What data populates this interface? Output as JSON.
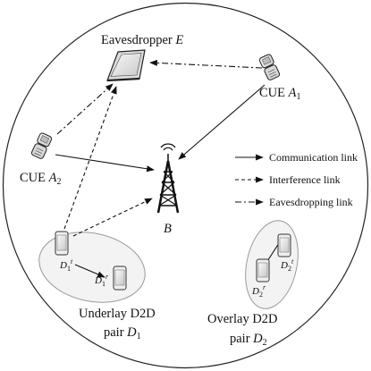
{
  "nodes": {
    "eavesdropper": {
      "name": "Eavesdropper",
      "symbol": "E"
    },
    "cue1": {
      "name": "CUE",
      "symbol": "A",
      "sub": "1"
    },
    "cue2": {
      "name": "CUE",
      "symbol": "A",
      "sub": "2"
    },
    "bs": {
      "symbol": "B"
    },
    "d1t": {
      "symbol": "D",
      "sub": "1",
      "sup": "t"
    },
    "d1r": {
      "symbol": "D",
      "sub": "1",
      "sup": "r"
    },
    "d2t": {
      "symbol": "D",
      "sub": "2",
      "sup": "t"
    },
    "d2r": {
      "symbol": "D",
      "sub": "2",
      "sup": "r"
    }
  },
  "groups": {
    "underlay": {
      "line1": "Underlay D2D",
      "line2_prefix": "pair ",
      "symbol": "D",
      "sub": "1"
    },
    "overlay": {
      "line1": "Overlay D2D",
      "line2_prefix": "pair ",
      "symbol": "D",
      "sub": "2"
    }
  },
  "legend": {
    "communication": "Communication link",
    "interference": "Interference link",
    "eavesdropping": "Eavesdropping link"
  }
}
